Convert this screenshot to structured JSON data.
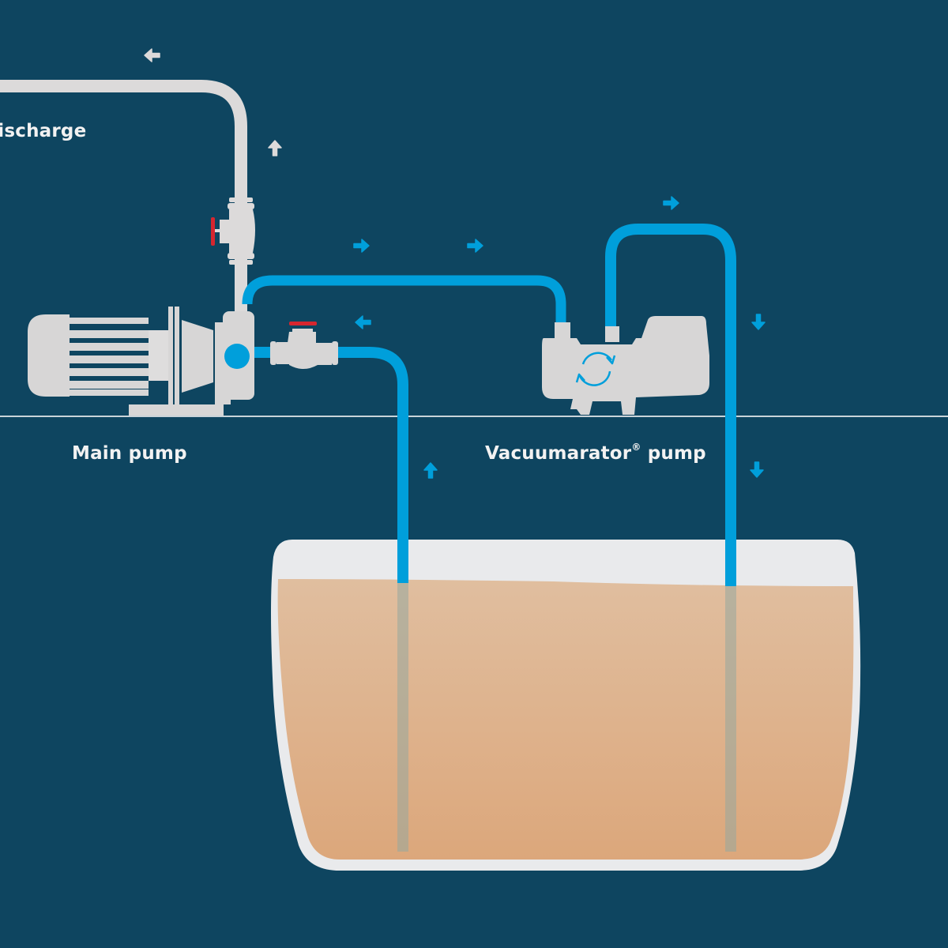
{
  "title": "Main pump with Vacuumarator pump priming system",
  "labels": {
    "discharge": "Discharge",
    "main_pump": "Main pump",
    "vacuumarator_name": "Vacuumarator",
    "vacuumarator_mark": "®",
    "vacuumarator_suffix": " pump"
  },
  "colors": {
    "background": "#0e4560",
    "discharge_pipe": "#dcdada",
    "suction_pipe": "#009fdb",
    "equipment": "#d7d6d6",
    "valve_handle": "#d6262f",
    "tank_wall": "#e9eaec",
    "liquid_top": "#e0be9f",
    "liquid_bottom": "#dca77b",
    "ground_line": "#c9d3d9"
  },
  "flow_arrows": [
    {
      "id": "discharge-horizontal",
      "direction": "left",
      "medium": "discharge"
    },
    {
      "id": "discharge-vertical",
      "direction": "up",
      "medium": "discharge"
    },
    {
      "id": "vac-line-1",
      "direction": "right",
      "medium": "vacuum"
    },
    {
      "id": "vac-line-2",
      "direction": "right",
      "medium": "vacuum"
    },
    {
      "id": "suction-inlet",
      "direction": "left",
      "medium": "suction"
    },
    {
      "id": "suction-riser",
      "direction": "up",
      "medium": "suction"
    },
    {
      "id": "vac-loop-top",
      "direction": "right",
      "medium": "vacuum"
    },
    {
      "id": "vac-return-1",
      "direction": "down",
      "medium": "vacuum"
    },
    {
      "id": "vac-return-2",
      "direction": "down",
      "medium": "vacuum"
    }
  ]
}
